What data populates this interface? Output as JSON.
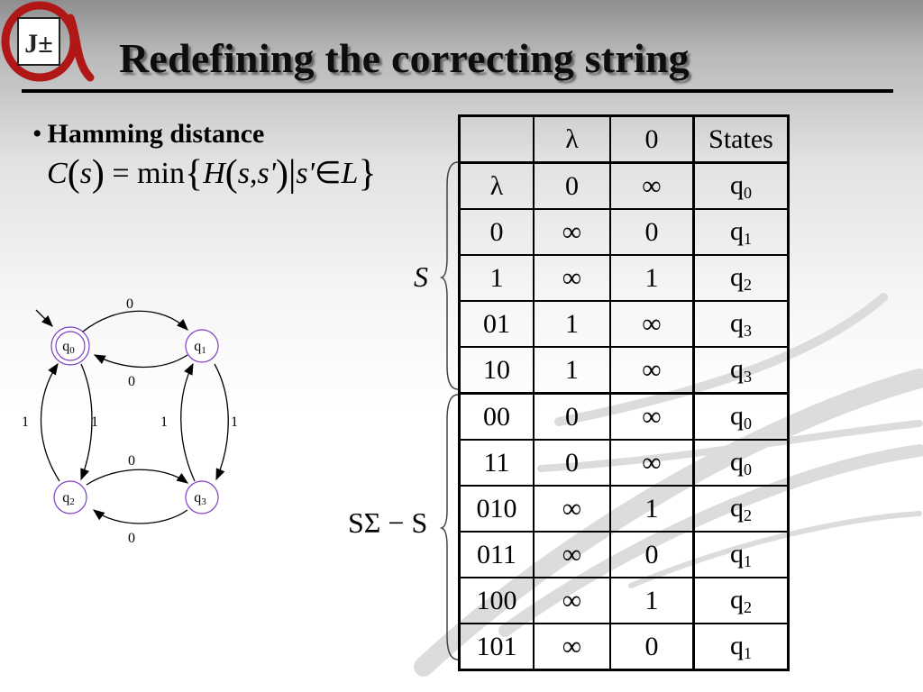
{
  "title": "Redefining the correcting string",
  "bullet": "Hamming distance",
  "formula": {
    "lhs": "C",
    "arg": "s",
    "eq": "=",
    "fn": "min",
    "inner_fn": "H",
    "inner_args": "s,s'",
    "bar": "|",
    "cond_var": "s'",
    "member": "∈",
    "set": "L"
  },
  "labels": {
    "s": "S",
    "s_sigma_s": "SΣ − S"
  },
  "table": {
    "header": [
      "",
      "λ",
      "0",
      "States"
    ],
    "rows_s": [
      {
        "prefix": "λ",
        "a": "0",
        "b": "∞",
        "state": "q",
        "sub": "0"
      },
      {
        "prefix": "0",
        "a": "∞",
        "b": "0",
        "state": "q",
        "sub": "1"
      },
      {
        "prefix": "1",
        "a": "∞",
        "b": "1",
        "state": "q",
        "sub": "2"
      },
      {
        "prefix": "01",
        "a": "1",
        "b": "∞",
        "state": "q",
        "sub": "3"
      },
      {
        "prefix": "10",
        "a": "1",
        "b": "∞",
        "state": "q",
        "sub": "3"
      }
    ],
    "rows_ss": [
      {
        "prefix": "00",
        "a": "0",
        "b": "∞",
        "state": "q",
        "sub": "0"
      },
      {
        "prefix": "11",
        "a": "0",
        "b": "∞",
        "state": "q",
        "sub": "0"
      },
      {
        "prefix": "010",
        "a": "∞",
        "b": "1",
        "state": "q",
        "sub": "2"
      },
      {
        "prefix": "011",
        "a": "∞",
        "b": "0",
        "state": "q",
        "sub": "1"
      },
      {
        "prefix": "100",
        "a": "∞",
        "b": "1",
        "state": "q",
        "sub": "2"
      },
      {
        "prefix": "101",
        "a": "∞",
        "b": "0",
        "state": "q",
        "sub": "1"
      }
    ]
  },
  "automaton": {
    "states": [
      {
        "name": "q",
        "sub": "0",
        "accepting": true,
        "initial": true
      },
      {
        "name": "q",
        "sub": "1"
      },
      {
        "name": "q",
        "sub": "2"
      },
      {
        "name": "q",
        "sub": "3"
      }
    ],
    "edge_labels": {
      "q0_q1": "0",
      "q1_q0": "0",
      "q0_q2": "1",
      "q2_q0": "1",
      "q1_q3": "1",
      "q3_q1": "1",
      "q2_q3": "0",
      "q3_q2": "0"
    }
  },
  "colors": {
    "node_stroke": "#7a3fc0",
    "logo_red": "#b01818"
  }
}
